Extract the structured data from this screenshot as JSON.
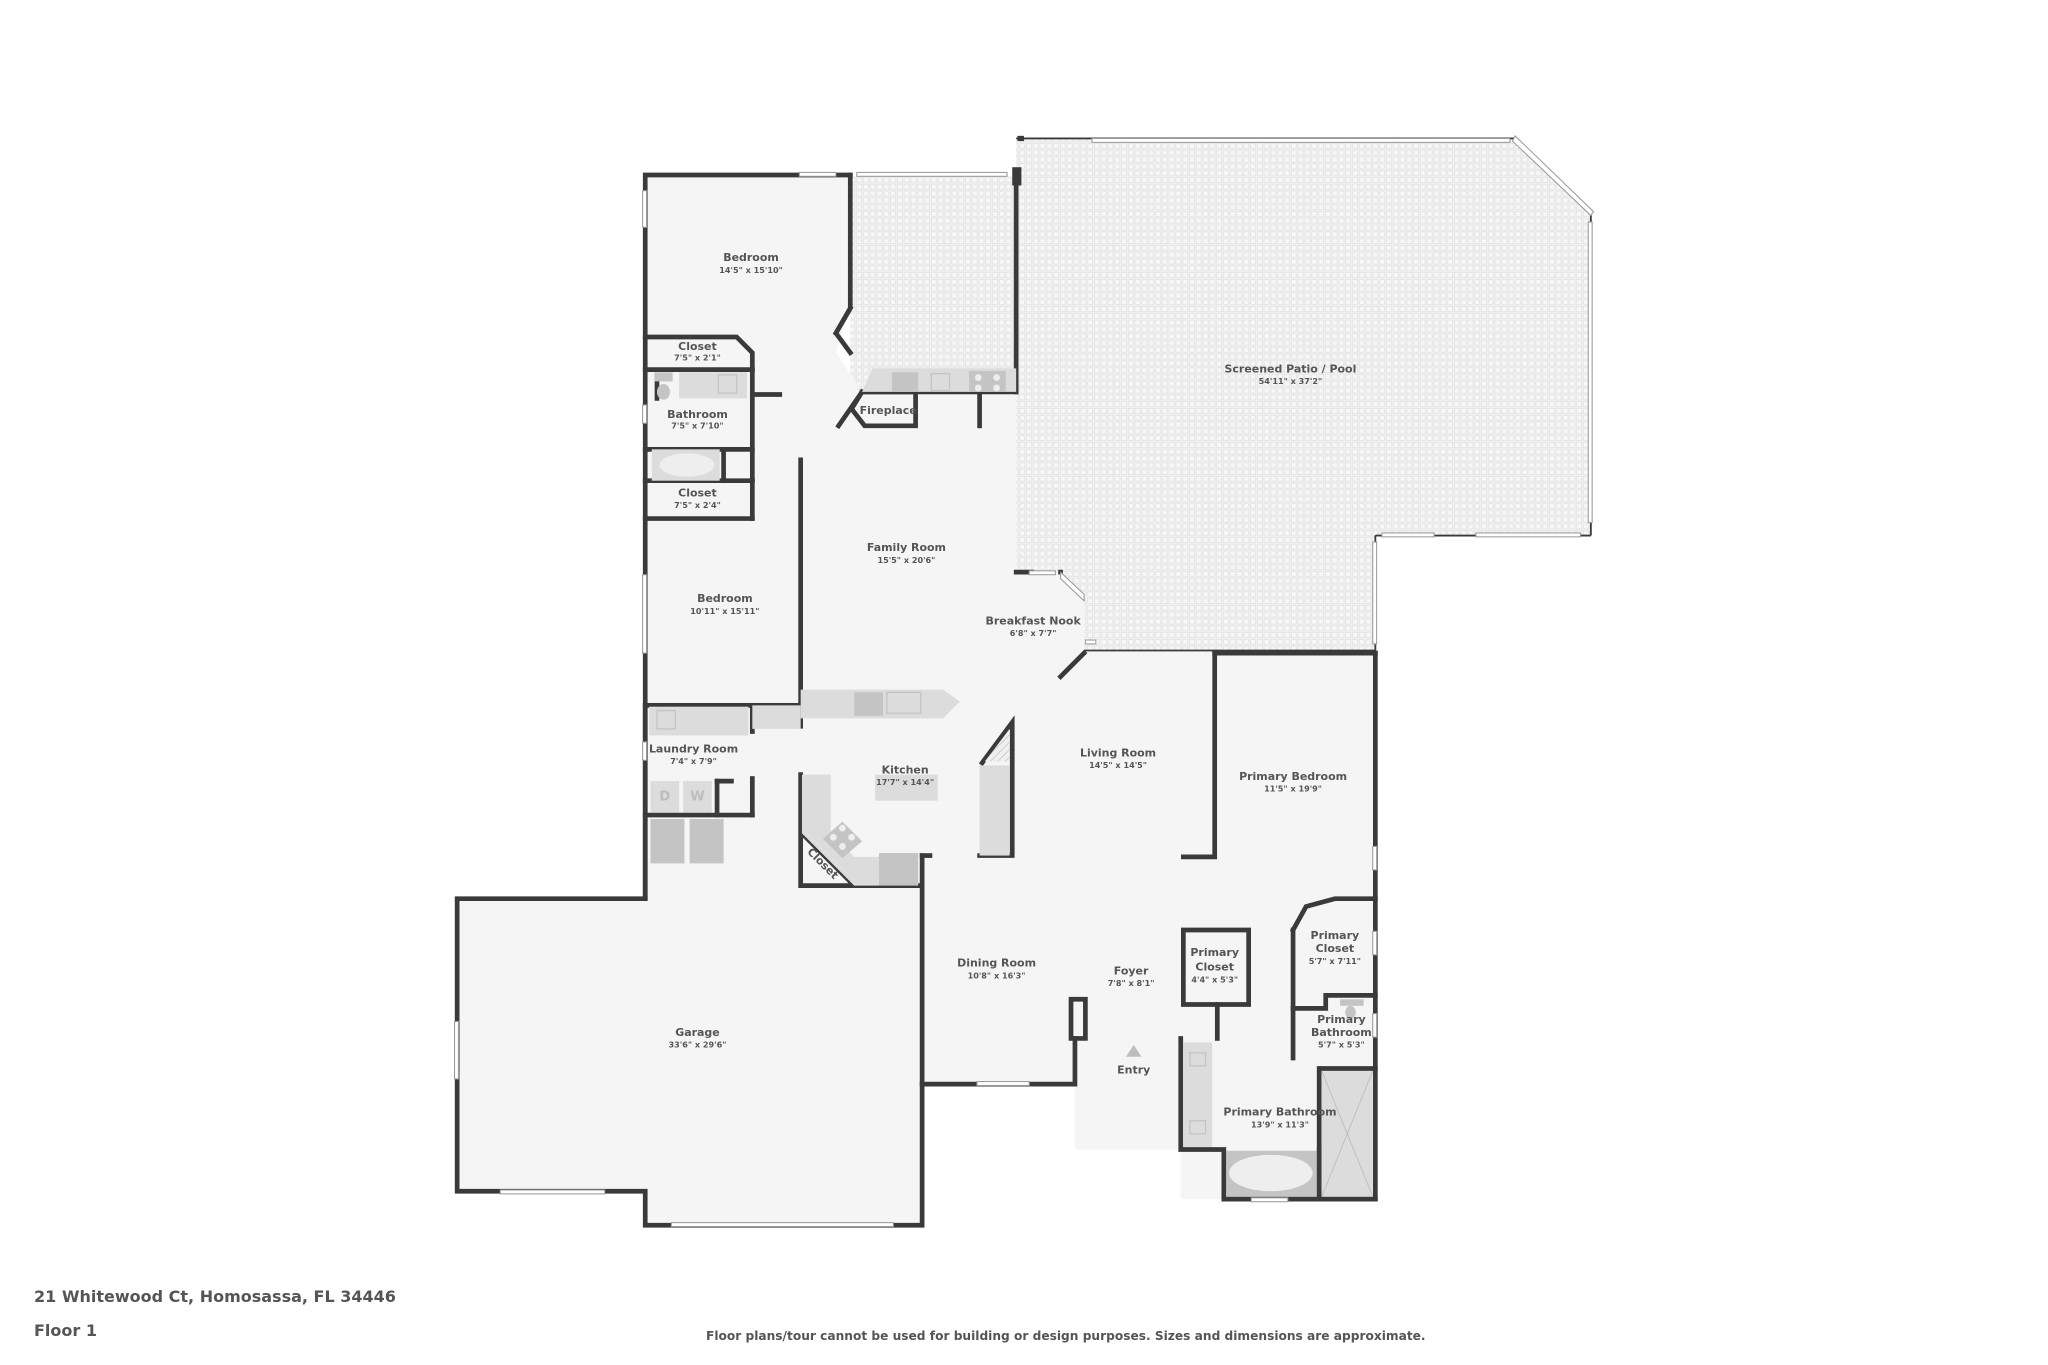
{
  "listing": {
    "address": "21 Whitewood Ct, Homosassa, FL 34446",
    "floor": "Floor 1",
    "disclaimer": "Floor plans/tour cannot be used for building or design purposes. Sizes and dimensions are approximate."
  },
  "colors": {
    "wall": "#3a3a3a",
    "floor": "#f5f5f5",
    "patio_pattern": "#e6e6e6",
    "fixture": "#dcdcdc",
    "label": "#555555"
  },
  "rooms": [
    {
      "id": "bedroom-1",
      "name": "Bedroom",
      "dims": "14'5\" x 15'10\""
    },
    {
      "id": "closet-1",
      "name": "Closet",
      "dims": "7'5\" x 2'1\""
    },
    {
      "id": "bathroom-1",
      "name": "Bathroom",
      "dims": "7'5\" x 7'10\""
    },
    {
      "id": "closet-2",
      "name": "Closet",
      "dims": "7'5\" x 2'4\""
    },
    {
      "id": "bedroom-2",
      "name": "Bedroom",
      "dims": "10'11\" x 15'11\""
    },
    {
      "id": "family-room",
      "name": "Family Room",
      "dims": "15'5\" x 20'6\""
    },
    {
      "id": "breakfast-nook",
      "name": "Breakfast Nook",
      "dims": "6'8\" x 7'7\""
    },
    {
      "id": "screened-patio",
      "name": "Screened Patio / Pool",
      "dims": "54'11\" x 37'2\""
    },
    {
      "id": "laundry-room",
      "name": "Laundry Room",
      "dims": "7'4\" x 7'9\""
    },
    {
      "id": "kitchen",
      "name": "Kitchen",
      "dims": "17'7\" x 14'4\""
    },
    {
      "id": "living-room",
      "name": "Living Room",
      "dims": "14'5\" x 14'5\""
    },
    {
      "id": "primary-bedroom",
      "name": "Primary Bedroom",
      "dims": "11'5\" x 19'9\""
    },
    {
      "id": "primary-closet-1",
      "name": "Primary Closet",
      "name_line1": "Primary",
      "name_line2": "Closet",
      "dims": "4'4\" x 5'3\""
    },
    {
      "id": "primary-closet-2",
      "name": "Primary Closet",
      "name_line1": "Primary",
      "name_line2": "Closet",
      "dims": "5'7\" x 7'11\""
    },
    {
      "id": "primary-bathroom-small",
      "name": "Primary Bathroom",
      "name_line1": "Primary",
      "name_line2": "Bathroom",
      "dims": "5'7\" x 5'3\""
    },
    {
      "id": "primary-bathroom",
      "name": "Primary Bathroom",
      "dims": "13'9\" x 11'3\""
    },
    {
      "id": "dining-room",
      "name": "Dining Room",
      "dims": "10'8\" x 16'3\""
    },
    {
      "id": "foyer",
      "name": "Foyer",
      "dims": "7'8\" x 8'1\""
    },
    {
      "id": "garage",
      "name": "Garage",
      "dims": "33'6\" x 29'6\""
    }
  ],
  "labels": {
    "fireplace": "Fireplace",
    "kitchen_closet": "Closet",
    "dryer": "D",
    "washer": "W",
    "entry": "Entry"
  }
}
